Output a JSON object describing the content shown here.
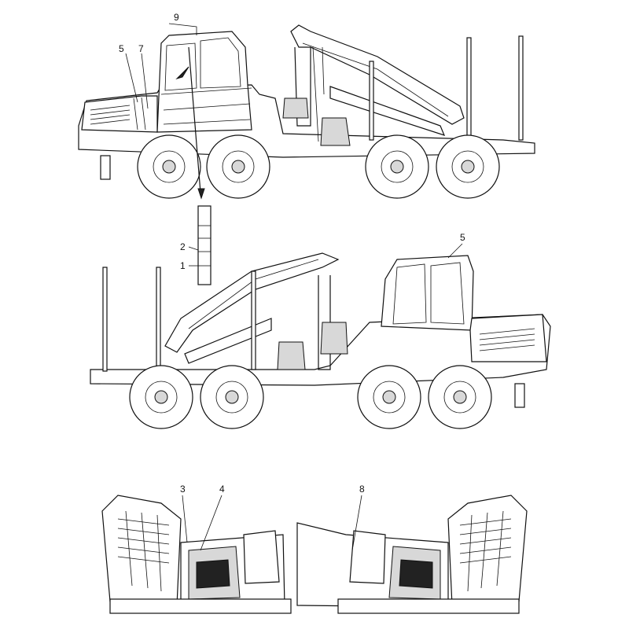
{
  "diagram": {
    "callouts": {
      "c9": "9",
      "c5_top": "5",
      "c7": "7",
      "c2": "2",
      "c1": "1",
      "c5_mid": "5",
      "c3": "3",
      "c4": "4",
      "c8": "8"
    }
  }
}
